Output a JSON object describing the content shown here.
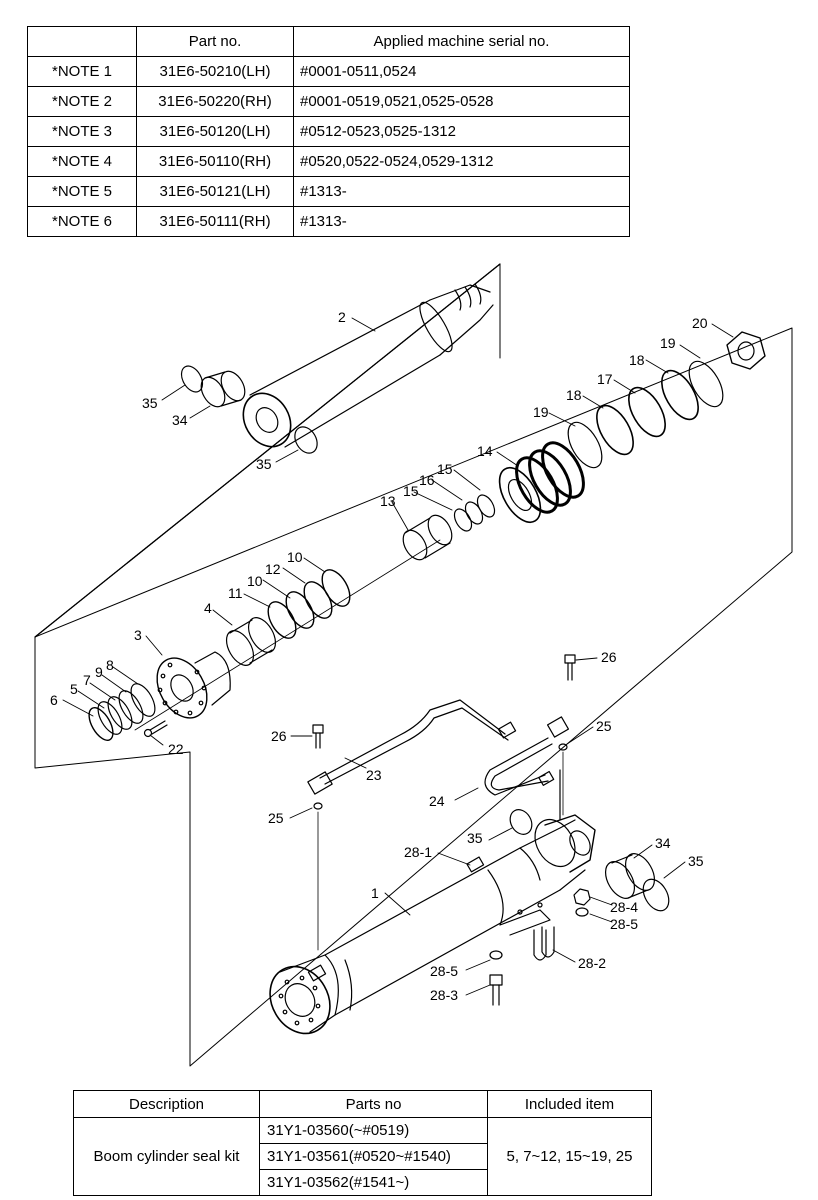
{
  "notes_table": {
    "headers": [
      "",
      "Part no.",
      "Applied machine serial no."
    ],
    "rows": [
      {
        "note": "*NOTE 1",
        "part": "31E6-50210(LH)",
        "serial": "#0001-0511,0524"
      },
      {
        "note": "*NOTE 2",
        "part": "31E6-50220(RH)",
        "serial": "#0001-0519,0521,0525-0528"
      },
      {
        "note": "*NOTE 3",
        "part": "31E6-50120(LH)",
        "serial": "#0512-0523,0525-1312"
      },
      {
        "note": "*NOTE 4",
        "part": "31E6-50110(RH)",
        "serial": "#0520,0522-0524,0529-1312"
      },
      {
        "note": "*NOTE 5",
        "part": "31E6-50121(LH)",
        "serial": "#1313-"
      },
      {
        "note": "*NOTE 6",
        "part": "31E6-50111(RH)",
        "serial": "#1313-"
      }
    ]
  },
  "callouts": {
    "c1": "1",
    "c2": "2",
    "c3": "3",
    "c4": "4",
    "c5": "5",
    "c6": "6",
    "c7": "7",
    "c8": "8",
    "c9": "9",
    "c10a": "10",
    "c10b": "10",
    "c11": "11",
    "c12": "12",
    "c13": "13",
    "c14": "14",
    "c15a": "15",
    "c15b": "15",
    "c16": "16",
    "c17": "17",
    "c18a": "18",
    "c18b": "18",
    "c19a": "19",
    "c19b": "19",
    "c20": "20",
    "c22": "22",
    "c23": "23",
    "c24": "24",
    "c25a": "25",
    "c25b": "25",
    "c26a": "26",
    "c26b": "26",
    "c28_1": "28-1",
    "c28_2": "28-2",
    "c28_3": "28-3",
    "c28_4": "28-4",
    "c28_5a": "28-5",
    "c28_5b": "28-5",
    "c34a": "34",
    "c34b": "34",
    "c35a": "35",
    "c35b": "35",
    "c35c": "35",
    "c35d": "35"
  },
  "kit_table": {
    "headers": [
      "Description",
      "Parts no",
      "Included item"
    ],
    "description": "Boom cylinder seal kit",
    "parts": [
      "31Y1-03560(~#0519)",
      "31Y1-03561(#0520~#1540)",
      "31Y1-03562(#1541~)"
    ],
    "included": "5, 7~12, 15~19, 25"
  }
}
